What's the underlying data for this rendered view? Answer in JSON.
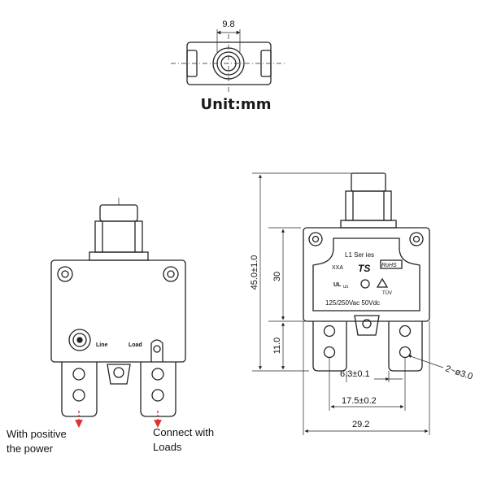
{
  "unit_label": "Unit:mm",
  "top_view": {
    "dimension": "9.8"
  },
  "left_view": {
    "terminal_line": "Line",
    "terminal_load": "Load",
    "note_power": [
      "With positive",
      "the power"
    ],
    "note_loads": [
      "Connect with",
      "Loads"
    ]
  },
  "right_view": {
    "series": "L1 Ser ies",
    "code": "XXA",
    "brand": "TS",
    "rohs": "RoHS",
    "ul": "UL",
    "us": "us",
    "tuv": "TÜV",
    "rating": "125/250Vac 50Vdc",
    "dim_height_total": "45.0±1.0",
    "dim_height_body": "30",
    "dim_height_term": "11.0",
    "dim_term_width": "6.3±0.1",
    "dim_term_pitch": "17.5±0.2",
    "dim_width": "29.2",
    "dim_hole": "2~ø3.0"
  },
  "colors": {
    "arrow": "#e0302f",
    "line": "#222222"
  }
}
